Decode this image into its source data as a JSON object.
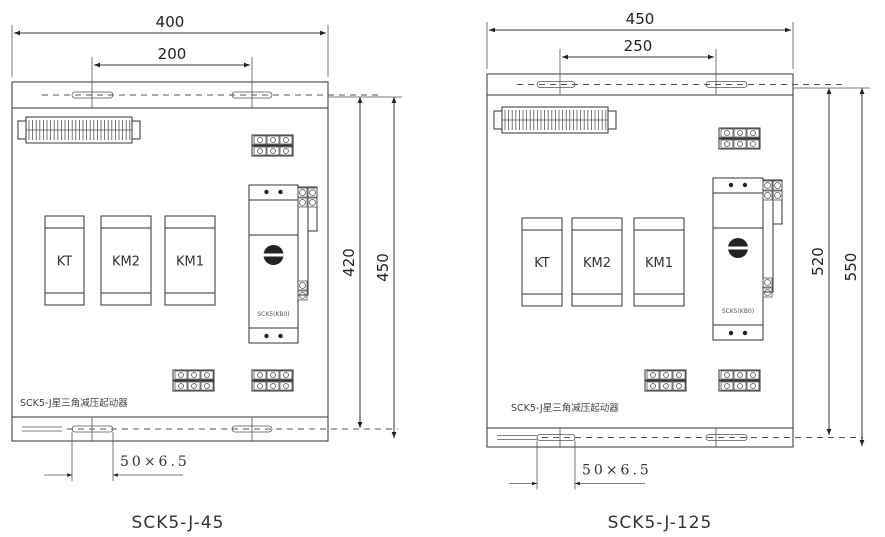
{
  "panels": [
    {
      "model": "SCK5-J-45",
      "width_dim": "400",
      "mount_dim": "200",
      "inner_height_dim": "420",
      "height_dim": "450",
      "slot_dim": "50×6.5",
      "note": "SCK5-J星三角减压起动器",
      "switch_label": "SCK5(KB0)",
      "components": [
        "KT",
        "KM2",
        "KM1"
      ]
    },
    {
      "model": "SCK5-J-125",
      "width_dim": "450",
      "mount_dim": "250",
      "inner_height_dim": "520",
      "height_dim": "550",
      "slot_dim": "50×6.5",
      "note": "SCK5-J星三角减压起动器",
      "switch_label": "SCK5(KB0)",
      "components": [
        "KT",
        "KM2",
        "KM1"
      ]
    }
  ]
}
